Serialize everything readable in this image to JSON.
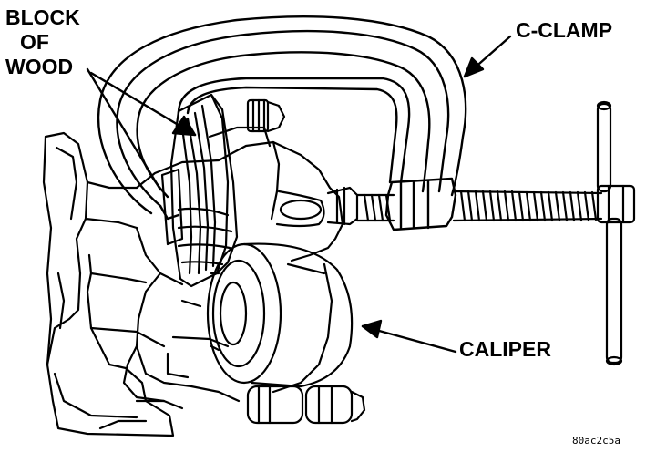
{
  "labels": {
    "block_line1": "BLOCK",
    "block_line2": "OF",
    "block_line3": "WOOD",
    "c_clamp": "C-CLAMP",
    "caliper": "CALIPER",
    "figure_code": "80ac2c5a"
  },
  "colors": {
    "ink": "#000000",
    "paper": "#ffffff"
  }
}
